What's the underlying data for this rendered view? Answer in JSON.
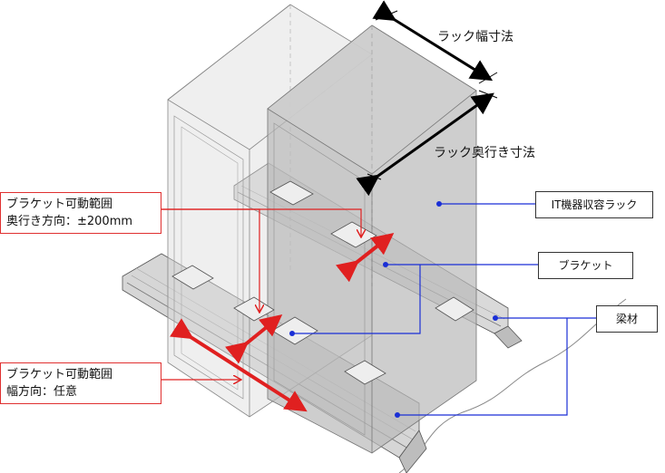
{
  "labels": {
    "rack_width": "ラック幅寸法",
    "rack_depth": "ラック奥行き寸法"
  },
  "callouts": {
    "it_rack": "IT機器収容ラック",
    "bracket": "ブラケット",
    "beam": "梁材"
  },
  "notes": {
    "depth_range": {
      "line1": "ブラケット可動範囲",
      "line2": "奥行き方向：±200mm"
    },
    "width_range": {
      "line1": "ブラケット可動範囲",
      "line2": "幅方向：任意"
    }
  },
  "colors": {
    "leader_blue": "#1a2fd6",
    "leader_red": "#e02020",
    "dimension": "#000000",
    "rack_fill": "#b9b9b9"
  }
}
